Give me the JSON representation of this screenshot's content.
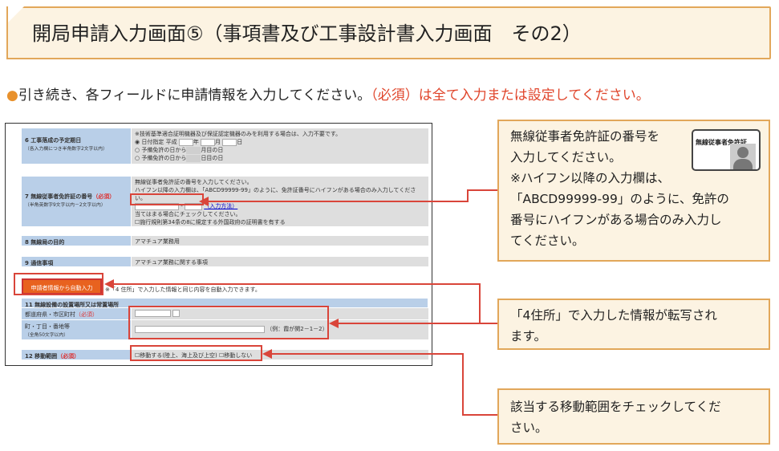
{
  "title": "開局申請入力画面⑤（事項書及び工事設計書入力画面　その2）",
  "intro": {
    "bullet": "●",
    "text": "引き続き、各フィールドに申請情報を入力してください。",
    "required": "（必須）は全て入力または設定してください。"
  },
  "form": {
    "f6": {
      "label": "6 工事落成の予定期日",
      "sub": "（各入力欄につき半角数字2文字以内）",
      "note": "※技術基準適合証明機器及び保証認定機器のみを利用する場合は、入力不要です。",
      "opt1": "日付指定 平成",
      "year": "年",
      "month": "月",
      "day": "日",
      "opt2": "予備免許の日から",
      "opt2b": "月目の日",
      "opt3": "予備免許の日から",
      "opt3b": "日目の日"
    },
    "f7": {
      "label": "7 無線従事者免許証の番号",
      "req": "（必須）",
      "sub": "（半角英数字9文字以内－2文字以内）",
      "line1": "無線従事者免許証の番号を入力してください。",
      "line2": "ハイフン以降の入力欄は、「ABCD99999-99」のように、免許証番号にハイフンがある場合のみ入力してください。",
      "hyphen": "-",
      "help": "（入力方法）",
      "line3": "当てはまる場合にチェックしてください。",
      "check": "施行規則第34条の8に規定する外国政府の証明書を有する"
    },
    "f8": {
      "label": "8 無線局の目的",
      "value": "アマチュア業務用"
    },
    "f9": {
      "label": "9 通信事項",
      "value": "アマチュア業務に関する事項"
    },
    "auto": {
      "button": "申請者情報から自動入力",
      "note": "※「4 住所」で入力した情報と同じ内容を自動入力できます。"
    },
    "f11": {
      "label": "11 無線設備の設置場所又は常置場所",
      "pref": "都道府県・市区町村",
      "req": "（必須）",
      "town": "町・丁目・番地等",
      "townsub": "（全角50文字以内）",
      "example": "（例：霞が関2－1－2）"
    },
    "f12": {
      "label": "12 移動範囲",
      "req": "（必須）",
      "opt1": "移動する(陸上、海上及び上空)",
      "opt2": "移動しない"
    }
  },
  "callouts": [
    {
      "lines": [
        "無線従事者免許証の番号を",
        "入力してください。",
        "※ハイフン以降の入力欄は、",
        "「ABCD99999-99」のように、免許の",
        "番号にハイフンがある場合のみ入力し",
        "てください。"
      ],
      "card_title": "無線従事者免許証"
    },
    {
      "lines": [
        "「4住所」で入力した情報が転写され",
        "ます。"
      ]
    },
    {
      "lines": [
        "該当する移動範囲をチェックしてくだ",
        "さい。"
      ]
    }
  ],
  "colors": {
    "accent": "#e2a75a",
    "red": "#d9453a",
    "label_bg": "#b9cfe8",
    "button": "#e8621f"
  }
}
